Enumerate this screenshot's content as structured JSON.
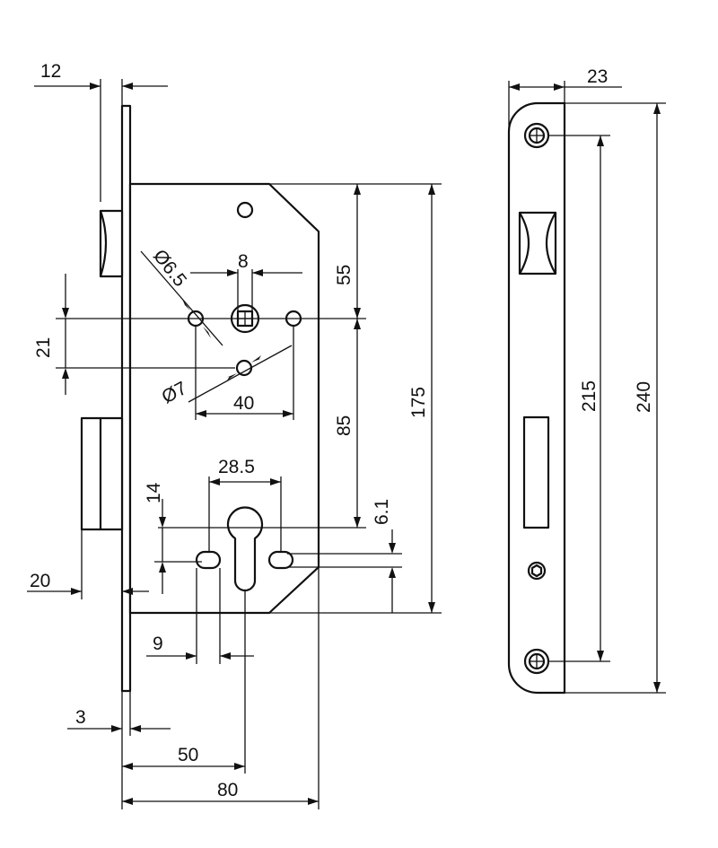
{
  "side_view": {
    "labels": {
      "d12": "12",
      "d8": "8",
      "d65": "Ø6.5",
      "d55": "55",
      "d21": "21",
      "d175": "175",
      "d7": "Ø7",
      "d40": "40",
      "d85": "85",
      "d285": "28.5",
      "d14": "14",
      "d61": "6.1",
      "d20": "20",
      "d9": "9",
      "d3": "3",
      "d50": "50",
      "d80": "80"
    }
  },
  "front_view": {
    "labels": {
      "d23": "23",
      "d215": "215",
      "d240": "240"
    }
  }
}
